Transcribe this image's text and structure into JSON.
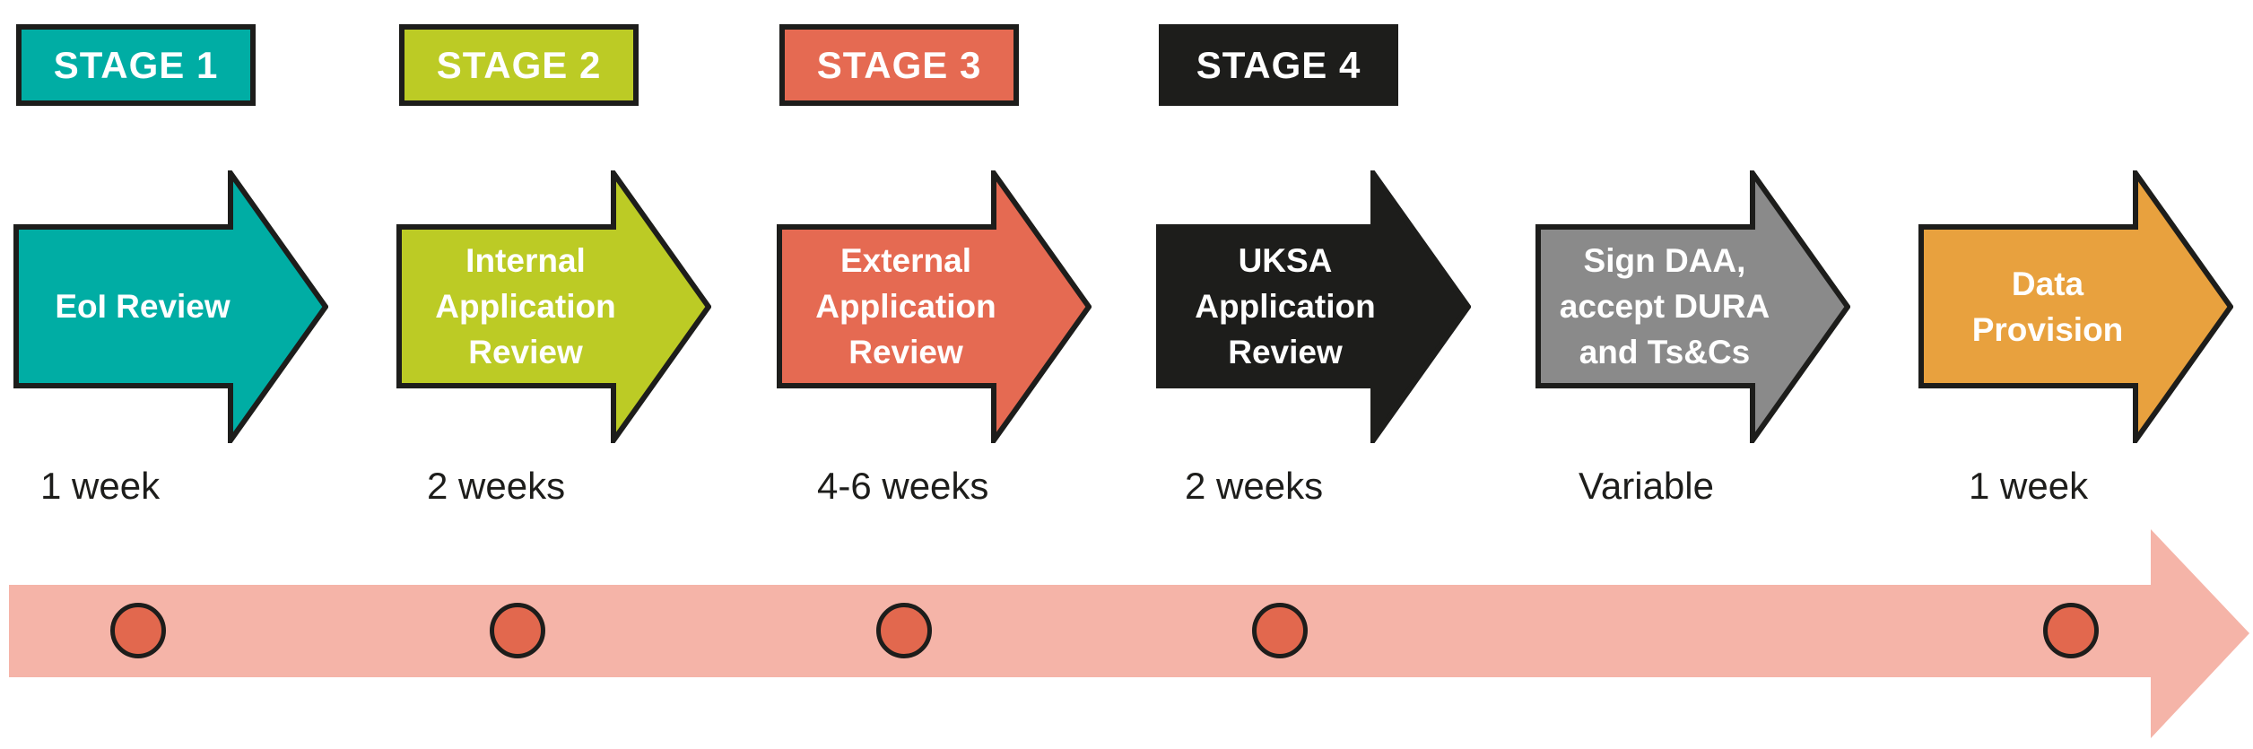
{
  "stages": [
    {
      "label": "STAGE 1",
      "color": "#00ADA4"
    },
    {
      "label": "STAGE 2",
      "color": "#BCCB25"
    },
    {
      "label": "STAGE 3",
      "color": "#E56A52"
    },
    {
      "label": "STAGE 4",
      "color": "#1D1D1B"
    }
  ],
  "steps": [
    {
      "title": "EoI Review",
      "duration": "1 week",
      "color": "#00ADA4"
    },
    {
      "title": "Internal\nApplication\nReview",
      "duration": "2 weeks",
      "color": "#BCCB25"
    },
    {
      "title": "External\nApplication\nReview",
      "duration": "4-6 weeks",
      "color": "#E56A52"
    },
    {
      "title": "UKSA\nApplication\nReview",
      "duration": "2 weeks",
      "color": "#1D1D1B"
    },
    {
      "title": "Sign DAA,\naccept DURA\nand Ts&Cs",
      "duration": "Variable",
      "color": "#8A8A8A"
    },
    {
      "title": "Data\nProvision",
      "duration": "1 week",
      "color": "#E8A13E"
    }
  ],
  "timeline": {
    "bar_color": "#F5B4A8",
    "marker_color": "#E2684E",
    "marker_count": 5
  },
  "colors": {
    "border": "#1D1D1B",
    "text_light": "#FFFFFF",
    "text_dark": "#1D1D1B",
    "background": "#FFFFFF"
  }
}
